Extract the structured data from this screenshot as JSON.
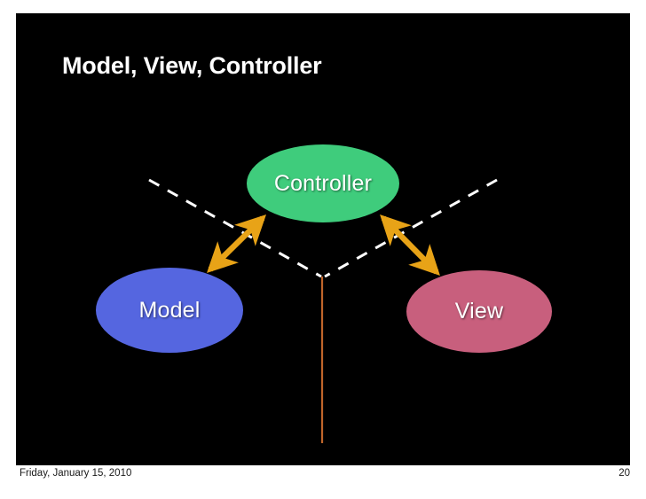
{
  "slide": {
    "title": "Model, View, Controller",
    "background_color": "#000000",
    "title_color": "#ffffff"
  },
  "diagram": {
    "type": "node-link",
    "nodes": [
      {
        "id": "controller",
        "label": "Controller",
        "color": "#3fcc7c",
        "shape": "ellipse",
        "position": "top-center"
      },
      {
        "id": "model",
        "label": "Model",
        "color": "#5566e0",
        "shape": "ellipse",
        "position": "bottom-left"
      },
      {
        "id": "view",
        "label": "View",
        "color": "#c85f7d",
        "shape": "ellipse",
        "position": "bottom-right"
      }
    ],
    "connectors": [
      {
        "id": "model-controller-arrow",
        "from": "model",
        "to": "controller",
        "style": "solid",
        "color": "#e8a317",
        "arrowheads": "both"
      },
      {
        "id": "controller-view-arrow",
        "from": "controller",
        "to": "view",
        "style": "solid",
        "color": "#e8a317",
        "arrowheads": "both"
      },
      {
        "id": "dashed-left-guide",
        "style": "dashed",
        "color": "#ffffff",
        "arrowheads": "none"
      },
      {
        "id": "dashed-right-guide",
        "style": "dashed",
        "color": "#ffffff",
        "arrowheads": "none"
      },
      {
        "id": "vertical-stem",
        "style": "solid",
        "color": "#c0652a",
        "arrowheads": "none"
      }
    ]
  },
  "footer": {
    "date": "Friday, January 15, 2010",
    "page_number": "20"
  }
}
